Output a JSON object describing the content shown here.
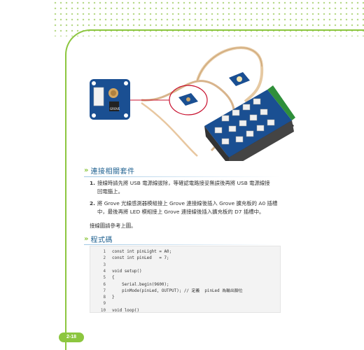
{
  "figure": {
    "caption_alt": "Grove light sensor module wired to Grove shield"
  },
  "section1": {
    "title": "連接相關套件"
  },
  "steps": [
    {
      "num": "1.",
      "line1": "接線時請先將 USB 電源線拔除，等確認電路接妥無誤後再將 USB 電源線接",
      "line2": "回電腦上。"
    },
    {
      "num": "2.",
      "line1": "將 Grove 光線感測器模組接上 Grove 連接線後插入 Grove 擴充板的 A0 插槽",
      "line2": "中，最後再將 LED 模組接上 Grove 連接線後插入擴充板的 D7 插槽中。"
    }
  ],
  "note": "接線圖請參考上圖。",
  "section2": {
    "title": "程式碼"
  },
  "code": [
    {
      "n": "1",
      "text": "const int pinLight = A0;"
    },
    {
      "n": "2",
      "text": "const int pinLed   = 7;"
    },
    {
      "n": "3",
      "text": ""
    },
    {
      "n": "4",
      "text": "void setup()"
    },
    {
      "n": "5",
      "text": "{"
    },
    {
      "n": "6",
      "text": "    Serial.begin(9600);"
    },
    {
      "n": "7",
      "text": "    pinMode(pinLed, OUTPUT); // 定義  pinLed 為輸出腳位"
    },
    {
      "n": "8",
      "text": "}"
    },
    {
      "n": "9",
      "text": ""
    },
    {
      "n": "10",
      "text": "void loop()"
    }
  ],
  "page_number": "2-18",
  "colors": {
    "accent_green": "#8cc63f",
    "heading_blue": "#1c5f8f",
    "board_blue": "#1a4f92",
    "board_green": "#2f8f3a"
  }
}
